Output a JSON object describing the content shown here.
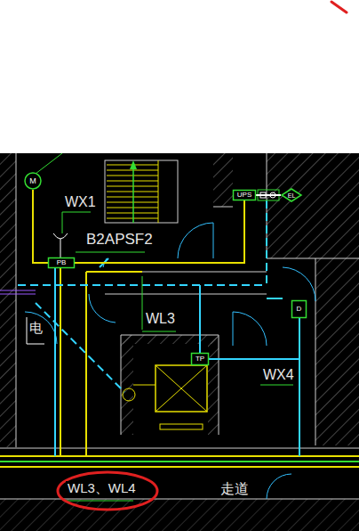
{
  "diagram": {
    "nodes": [
      {
        "text": [
          "M"
        ]
      },
      {
        "text": [
          "PB"
        ]
      },
      {
        "text": [
          "UPS"
        ]
      },
      {
        "text": [
          "EL"
        ]
      },
      {
        "text": [
          "TP"
        ]
      },
      {
        "text": [
          "D"
        ]
      }
    ],
    "edges": [
      {
        "from": 0,
        "to": 1,
        "arrow": "none"
      },
      {
        "from": 1,
        "to": 2,
        "arrow": "none"
      },
      {
        "from": 2,
        "to": 3,
        "arrow": "none"
      }
    ],
    "labels": [
      "WX1",
      "B2APSF2",
      "电",
      "WL3",
      "WX4",
      "WL3、WL4",
      "走道"
    ]
  }
}
